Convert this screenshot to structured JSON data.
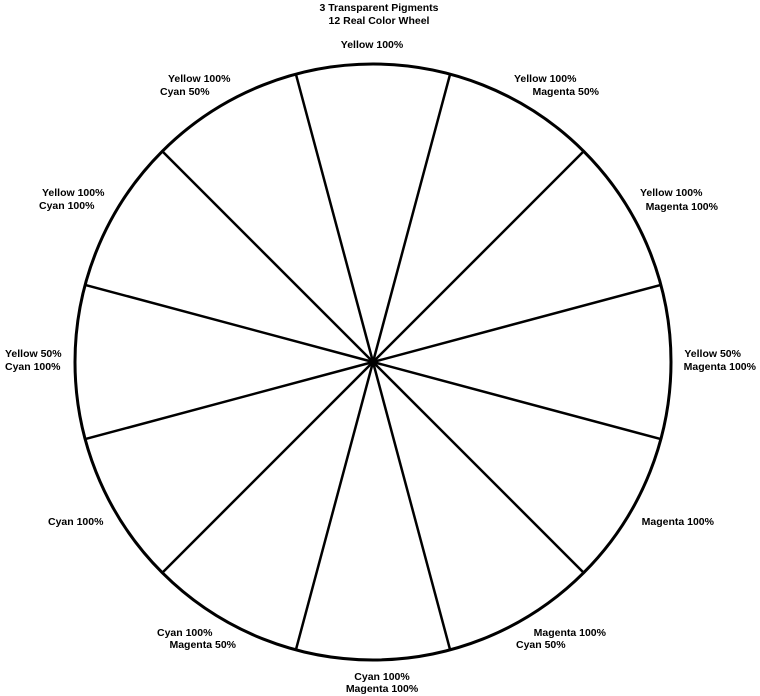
{
  "title": {
    "line1": "3 Transparent Pigments",
    "line2": "12 Real Color Wheel"
  },
  "segments": [
    {
      "line1": "Yellow 100%",
      "line2": ""
    },
    {
      "line1": "Yellow 100%",
      "line2": "Magenta 50%"
    },
    {
      "line1": "Yellow 100%",
      "line2": "Magenta 100%"
    },
    {
      "line1": "Yellow 50%",
      "line2": "Magenta 100%"
    },
    {
      "line1": "Magenta 100%",
      "line2": ""
    },
    {
      "line1": "Magenta 100%",
      "line2": "Cyan 50%"
    },
    {
      "line1": "Cyan 100%",
      "line2": "Magenta 100%"
    },
    {
      "line1": "Cyan 100%",
      "line2": "Magenta 50%"
    },
    {
      "line1": "Cyan 100%",
      "line2": ""
    },
    {
      "line1": "Yellow 50%",
      "line2": "Cyan 100%"
    },
    {
      "line1": "Yellow 100%",
      "line2": "Cyan 100%"
    },
    {
      "line1": "Yellow 100%",
      "line2": "Cyan 50%"
    }
  ]
}
